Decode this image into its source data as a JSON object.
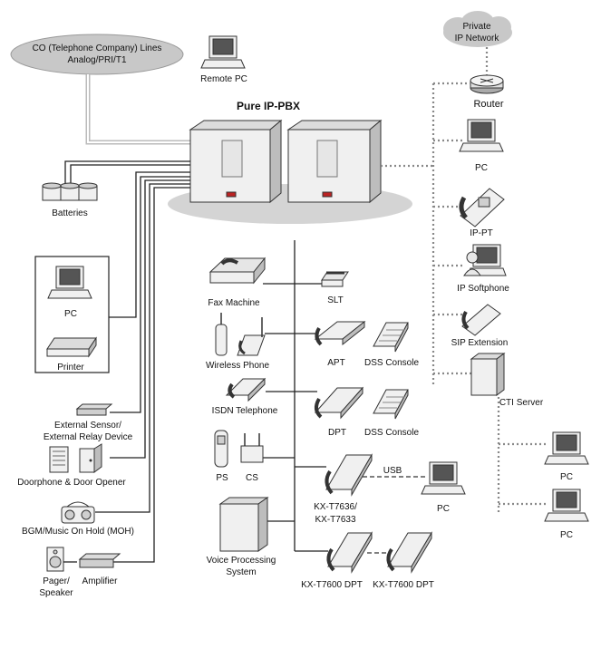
{
  "colors": {
    "line": "#222222",
    "dotted": "#888888",
    "cloud": "#c8c8c8",
    "device": "#f0f0f0",
    "shadow": "#d4d4d4"
  },
  "labels": {
    "co_line1": "CO (Telephone Company) Lines",
    "co_line2": "Analog/PRI/T1",
    "remote_pc": "Remote PC",
    "pbx_title": "Pure IP-PBX",
    "cloud_line1": "Private",
    "cloud_line2": "IP Network",
    "router": "Router",
    "pc_right": "PC",
    "ip_pt": "IP-PT",
    "ip_softphone": "IP Softphone",
    "sip_extension": "SIP Extension",
    "cti_server": "CTI Server",
    "pc_cti_1": "PC",
    "pc_cti_2": "PC",
    "batteries": "Batteries",
    "pc_left": "PC",
    "printer": "Printer",
    "ext_sensor1": "External Sensor/",
    "ext_sensor2": "External Relay Device",
    "doorphone": "Doorphone & Door Opener",
    "bgm": "BGM/Music On Hold (MOH)",
    "pager1": "Pager/",
    "pager2": "Speaker",
    "amplifier": "Amplifier",
    "fax": "Fax Machine",
    "slt": "SLT",
    "wireless": "Wireless Phone",
    "apt": "APT",
    "dss1": "DSS Console",
    "isdn": "ISDN Telephone",
    "dpt": "DPT",
    "dss2": "DSS Console",
    "ps": "PS",
    "cs": "CS",
    "usb": "USB",
    "kx7636a": "KX-T7636/",
    "kx7636b": "KX-T7633",
    "pc_usb": "PC",
    "vps1": "Voice Processing",
    "vps2": "System",
    "kx7600a": "KX-T7600 DPT",
    "kx7600b": "KX-T7600 DPT"
  }
}
